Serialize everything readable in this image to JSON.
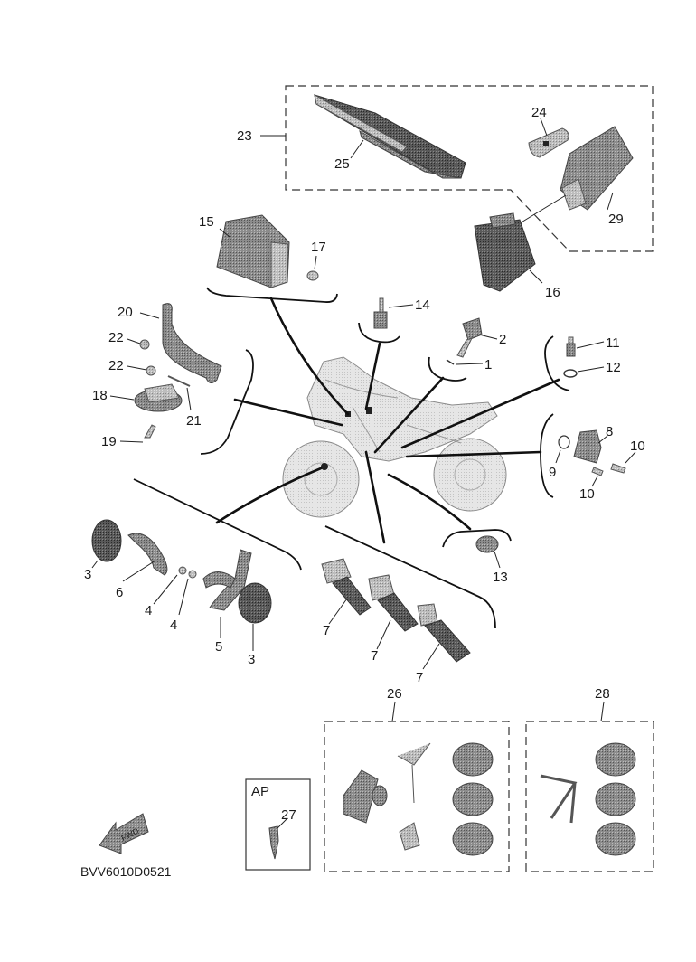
{
  "diagram": {
    "title": "Electrical parts exploded view",
    "drawing_code": "BVV6010D0521",
    "fwd_label": "FWD",
    "ap_label": "AP",
    "callouts": {
      "c1": "1",
      "c2": "2",
      "c3a": "3",
      "c3b": "3",
      "c4a": "4",
      "c4b": "4",
      "c5": "5",
      "c6": "6",
      "c7a": "7",
      "c7b": "7",
      "c7c": "7",
      "c8": "8",
      "c9": "9",
      "c10a": "10",
      "c10b": "10",
      "c11": "11",
      "c12": "12",
      "c13": "13",
      "c14": "14",
      "c15": "15",
      "c16": "16",
      "c17": "17",
      "c18": "18",
      "c19": "19",
      "c20": "20",
      "c21": "21",
      "c22a": "22",
      "c22b": "22",
      "c23": "23",
      "c24": "24",
      "c25": "25",
      "c26": "26",
      "c27": "27",
      "c28": "28",
      "c29": "29"
    }
  }
}
